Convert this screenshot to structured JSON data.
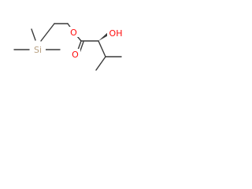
{
  "molecule": {
    "atoms": {
      "o_ester": {
        "label": "O",
        "color": "#ff0d0d"
      },
      "o_carbonyl": {
        "label": "O",
        "color": "#ff0d0d"
      },
      "oh": {
        "label": "OH",
        "color": "#ff0d0d"
      },
      "si": {
        "label": "Si",
        "color": "#b8a080"
      }
    },
    "bond_color": "#3a3a3a"
  }
}
